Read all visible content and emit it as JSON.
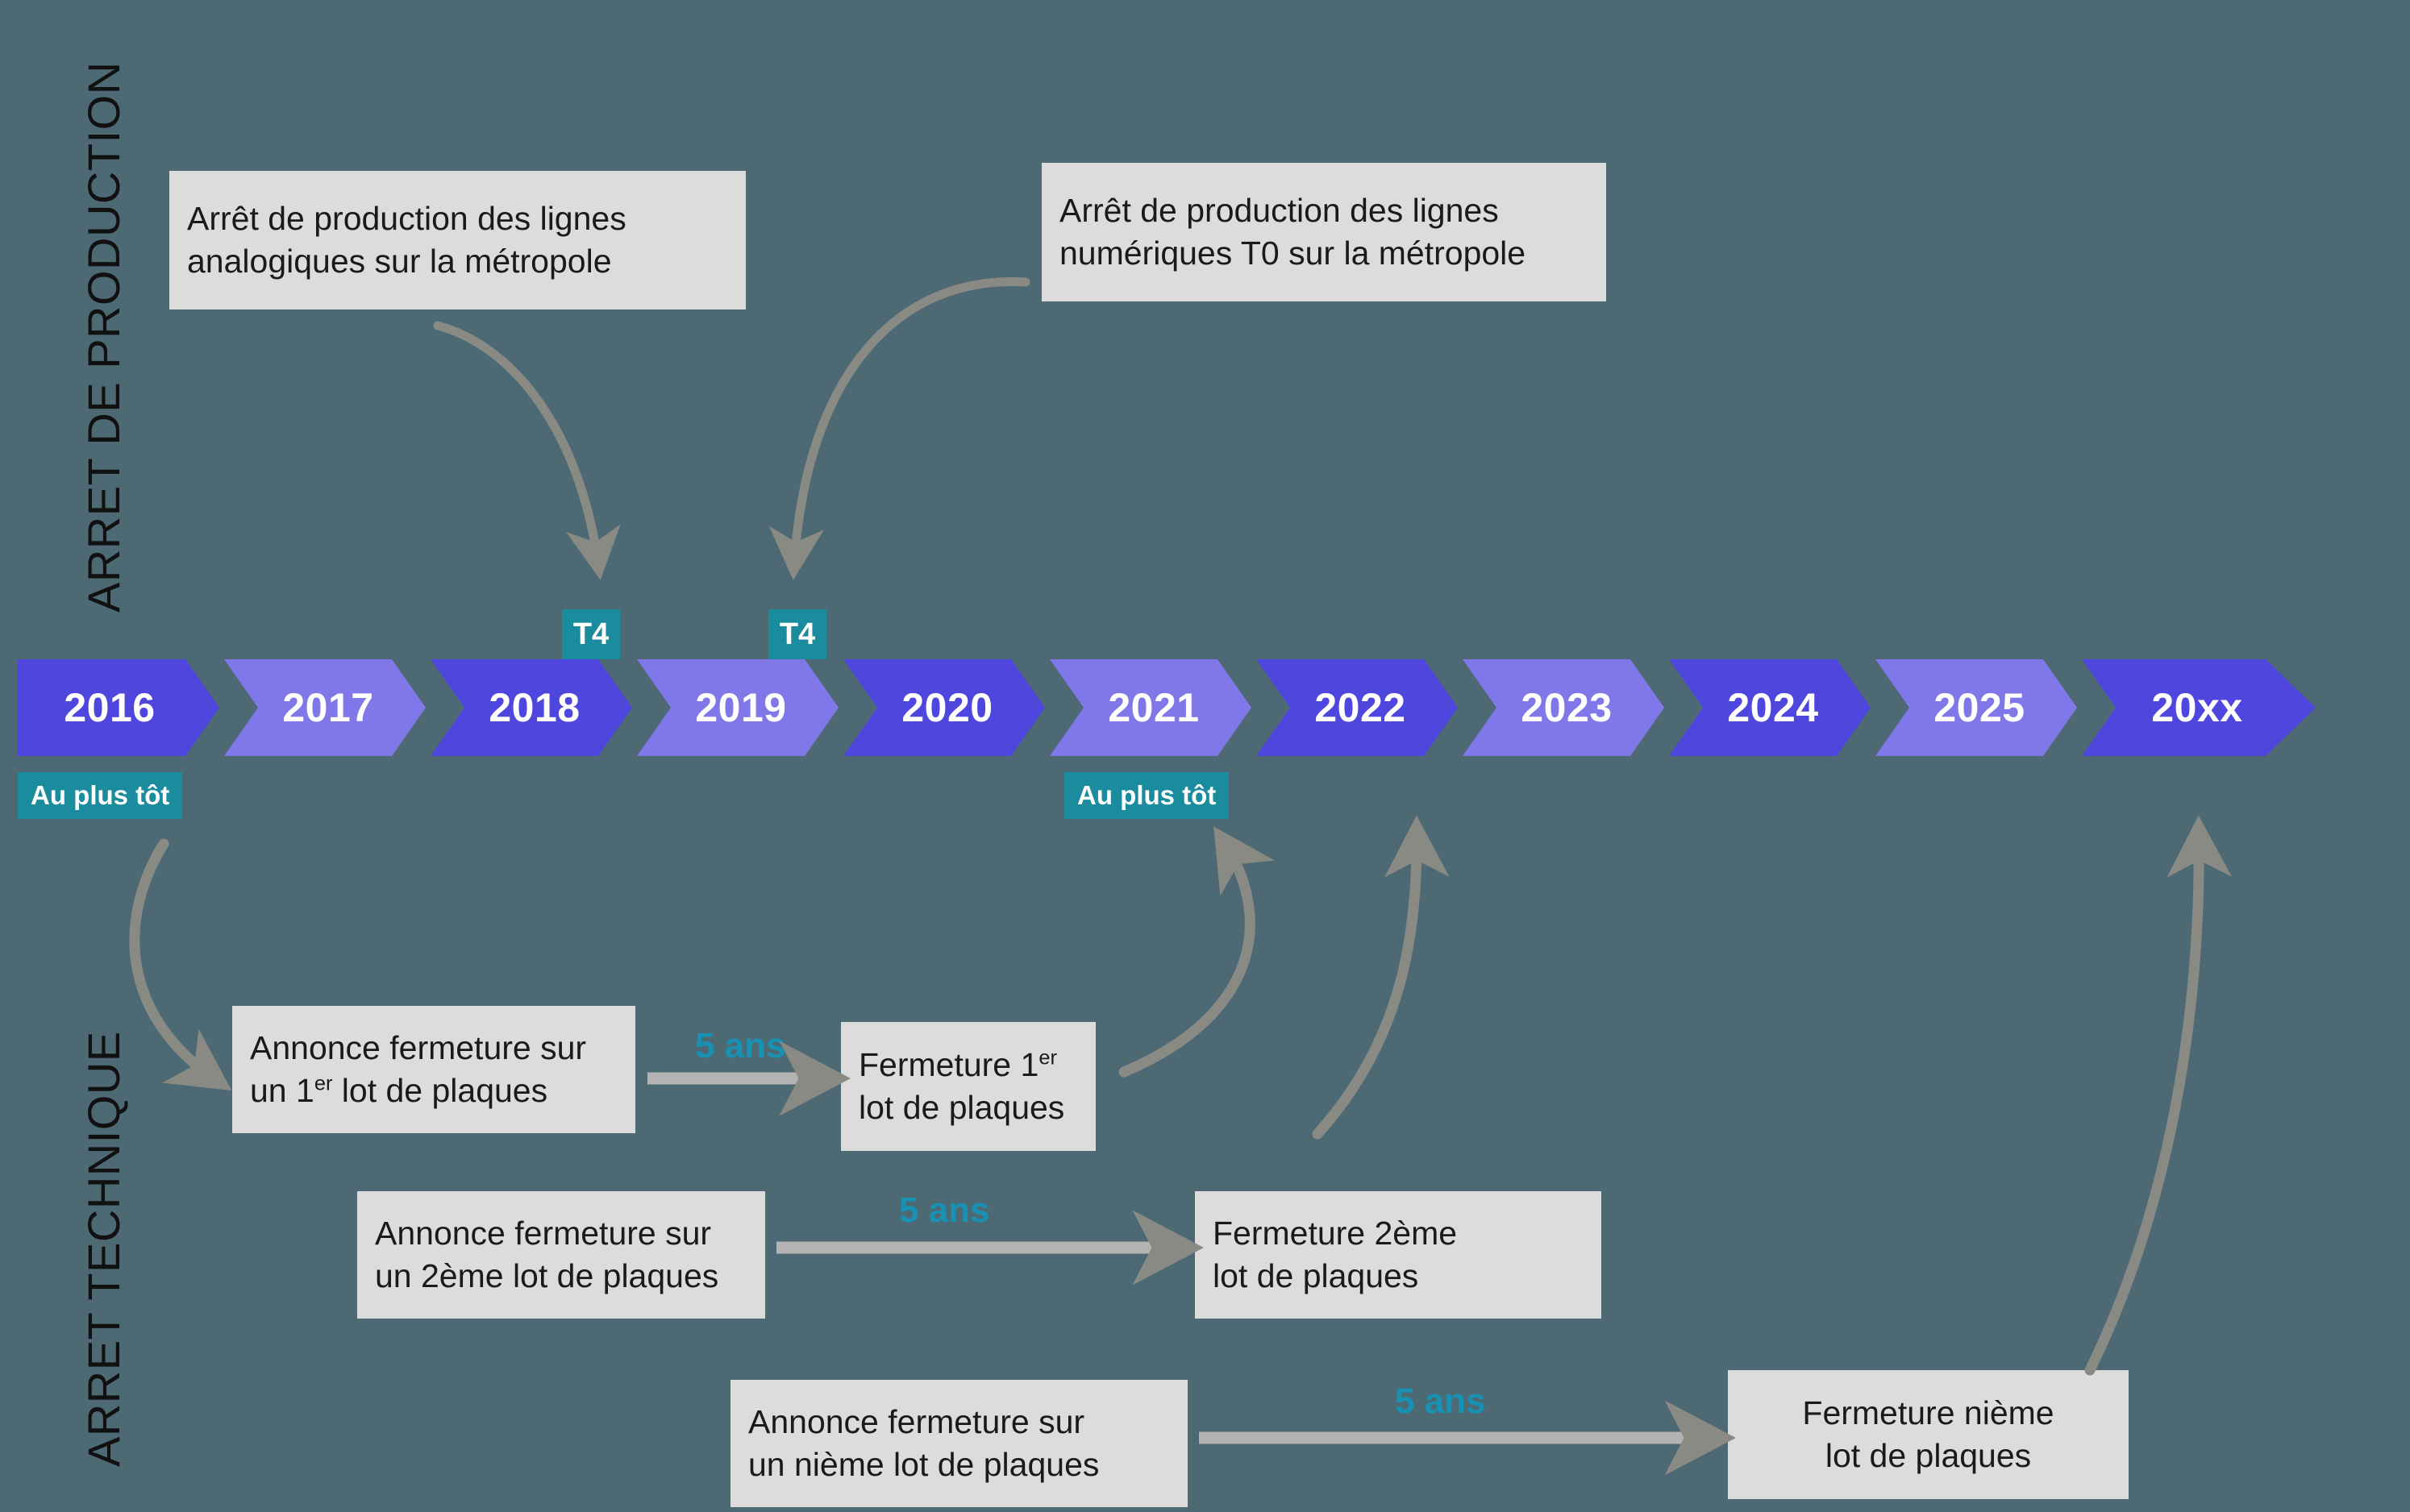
{
  "background_color": "#4d6a74",
  "palette": {
    "chevron_dark": "#4f46de",
    "chevron_light": "#8078e8",
    "badge_teal": "#1b8b9e",
    "box_gray": "#dcdcdc",
    "arrow_gray": "#8a8a85",
    "years_label_teal": "#1792b4",
    "text_dark": "#1a1a1a"
  },
  "side_labels": {
    "production": "ARRET DE PRODUCTION",
    "technique": "ARRET TECHNIQUE"
  },
  "callouts": {
    "analog": {
      "line1": "Arrêt de production des lignes",
      "line2": "analogiques sur la métropole"
    },
    "digital": {
      "line1": "Arrêt de production des lignes",
      "line2": "numériques T0 sur la métropole"
    }
  },
  "timeline": {
    "segments": [
      {
        "label": "2016",
        "tone": "dark",
        "shape": "first"
      },
      {
        "label": "2017",
        "tone": "light",
        "shape": "mid"
      },
      {
        "label": "2018",
        "tone": "dark",
        "shape": "mid"
      },
      {
        "label": "2019",
        "tone": "light",
        "shape": "mid"
      },
      {
        "label": "2020",
        "tone": "dark",
        "shape": "mid"
      },
      {
        "label": "2021",
        "tone": "light",
        "shape": "mid"
      },
      {
        "label": "2022",
        "tone": "dark",
        "shape": "mid"
      },
      {
        "label": "2023",
        "tone": "light",
        "shape": "mid"
      },
      {
        "label": "2024",
        "tone": "dark",
        "shape": "mid"
      },
      {
        "label": "2025",
        "tone": "light",
        "shape": "mid"
      },
      {
        "label": "20xx",
        "tone": "dark",
        "shape": "last"
      }
    ],
    "badges": {
      "t4_2018": "T4",
      "t4_2019": "T4",
      "au_plus_tot_2016": "Au plus tôt",
      "au_plus_tot_2021": "Au plus tôt"
    }
  },
  "closure_rows": [
    {
      "announce": {
        "line1": "Annonce fermeture sur",
        "line2_pre": "un 1",
        "line2_ord": "er",
        "line2_post": " lot de plaques"
      },
      "duration": "5 ans",
      "closure": {
        "line1_pre": "Fermeture 1",
        "line1_ord": "er",
        "line1_post": "",
        "line2": "lot de plaques"
      }
    },
    {
      "announce": {
        "line1": "Annonce fermeture sur",
        "line2_pre": "un 2ème lot de plaques",
        "line2_ord": "",
        "line2_post": ""
      },
      "duration": "5 ans",
      "closure": {
        "line1_pre": "Fermeture 2ème",
        "line1_ord": "",
        "line1_post": "",
        "line2": "lot de plaques"
      }
    },
    {
      "announce": {
        "line1": "Annonce fermeture sur",
        "line2_pre": "un nième lot de plaques",
        "line2_ord": "",
        "line2_post": ""
      },
      "duration": "5 ans",
      "closure": {
        "line1_pre": "Fermeture nième",
        "line1_ord": "",
        "line1_post": "",
        "line2": "lot de plaques"
      }
    }
  ],
  "connector_icons": {
    "analog_to_2018": "curved-arrow-down-icon",
    "digital_to_2019": "curved-arrow-down-icon",
    "y2016_to_row1": "curved-arrow-down-icon",
    "row1_to_2021": "curved-arrow-up-icon",
    "row2_to_2022": "curved-arrow-up-icon",
    "row3_to_20xx": "curved-arrow-up-icon",
    "straight_arrow": "arrow-right-icon"
  }
}
